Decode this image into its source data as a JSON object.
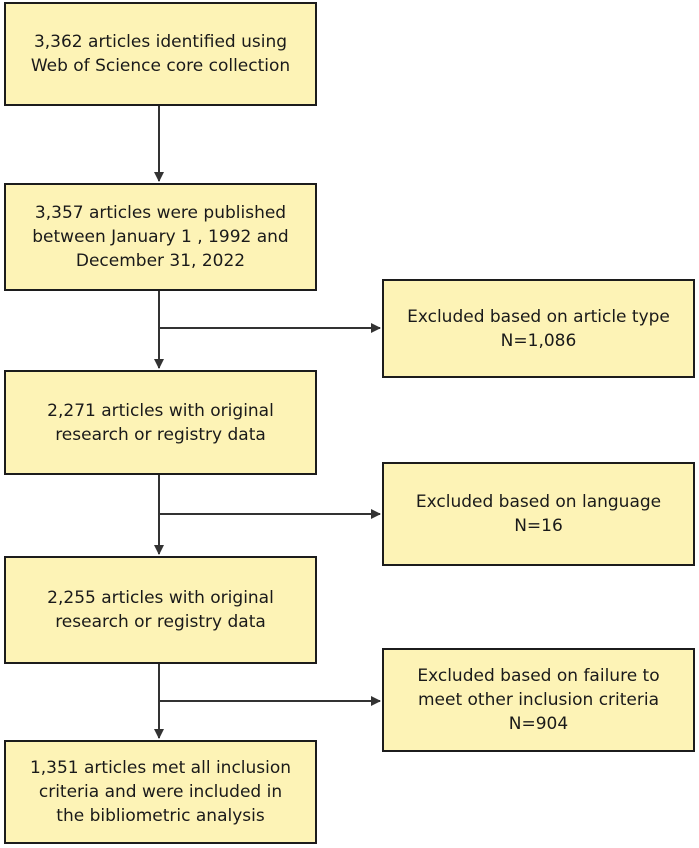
{
  "diagram": {
    "main_boxes": [
      {
        "lines": [
          "3,362 articles identified using",
          "Web of Science core collection"
        ]
      },
      {
        "lines": [
          "3,357 articles  were published",
          "between January 1 ,  1992 and",
          "December 31, 2022"
        ]
      },
      {
        "lines": [
          "2,271 articles with original",
          "research or registry data"
        ]
      },
      {
        "lines": [
          "2,255 articles with original",
          "research or registry data"
        ]
      },
      {
        "lines": [
          "1,351 articles met all inclusion",
          "criteria and were included in",
          "the bibliometric analysis"
        ]
      }
    ],
    "exclusion_boxes": [
      {
        "lines": [
          "Excluded based on article type",
          "N=1,086"
        ]
      },
      {
        "lines": [
          "Excluded based on language",
          "N=16"
        ]
      },
      {
        "lines": [
          "Excluded based on failure to",
          "meet other inclusion criteria",
          "N=904"
        ]
      }
    ],
    "colors": {
      "box_fill": "#fdf3b6",
      "box_border": "#1c1c1c",
      "arrow": "#333333"
    }
  }
}
